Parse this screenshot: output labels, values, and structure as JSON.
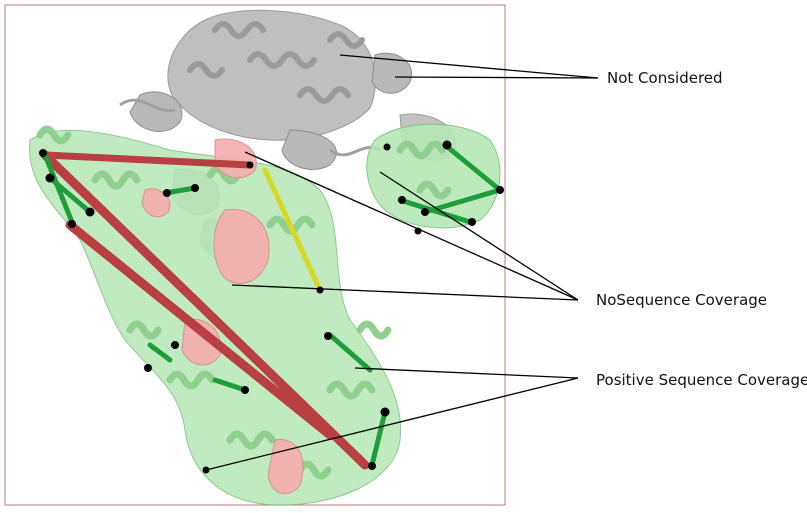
{
  "labels": {
    "not_considered": "Not Considered",
    "no_sequence_coverage": "NoSequence Coverage",
    "positive_sequence_coverage": "Positive Sequence Coverage"
  },
  "colors": {
    "frame": "#b87878",
    "not_considered": "#9e9e9e",
    "no_sequence_coverage": "#f0a8a8",
    "positive_sequence_coverage": "#a8e6a8",
    "crosslink_red": "#b84040",
    "crosslink_green": "#1e9e3a",
    "crosslink_yellow": "#d8d820",
    "anchor_dot": "#000000"
  },
  "icons": {
    "structure": "protein-ribbon-structure",
    "anchor": "crosslink-endpoint-dot"
  }
}
